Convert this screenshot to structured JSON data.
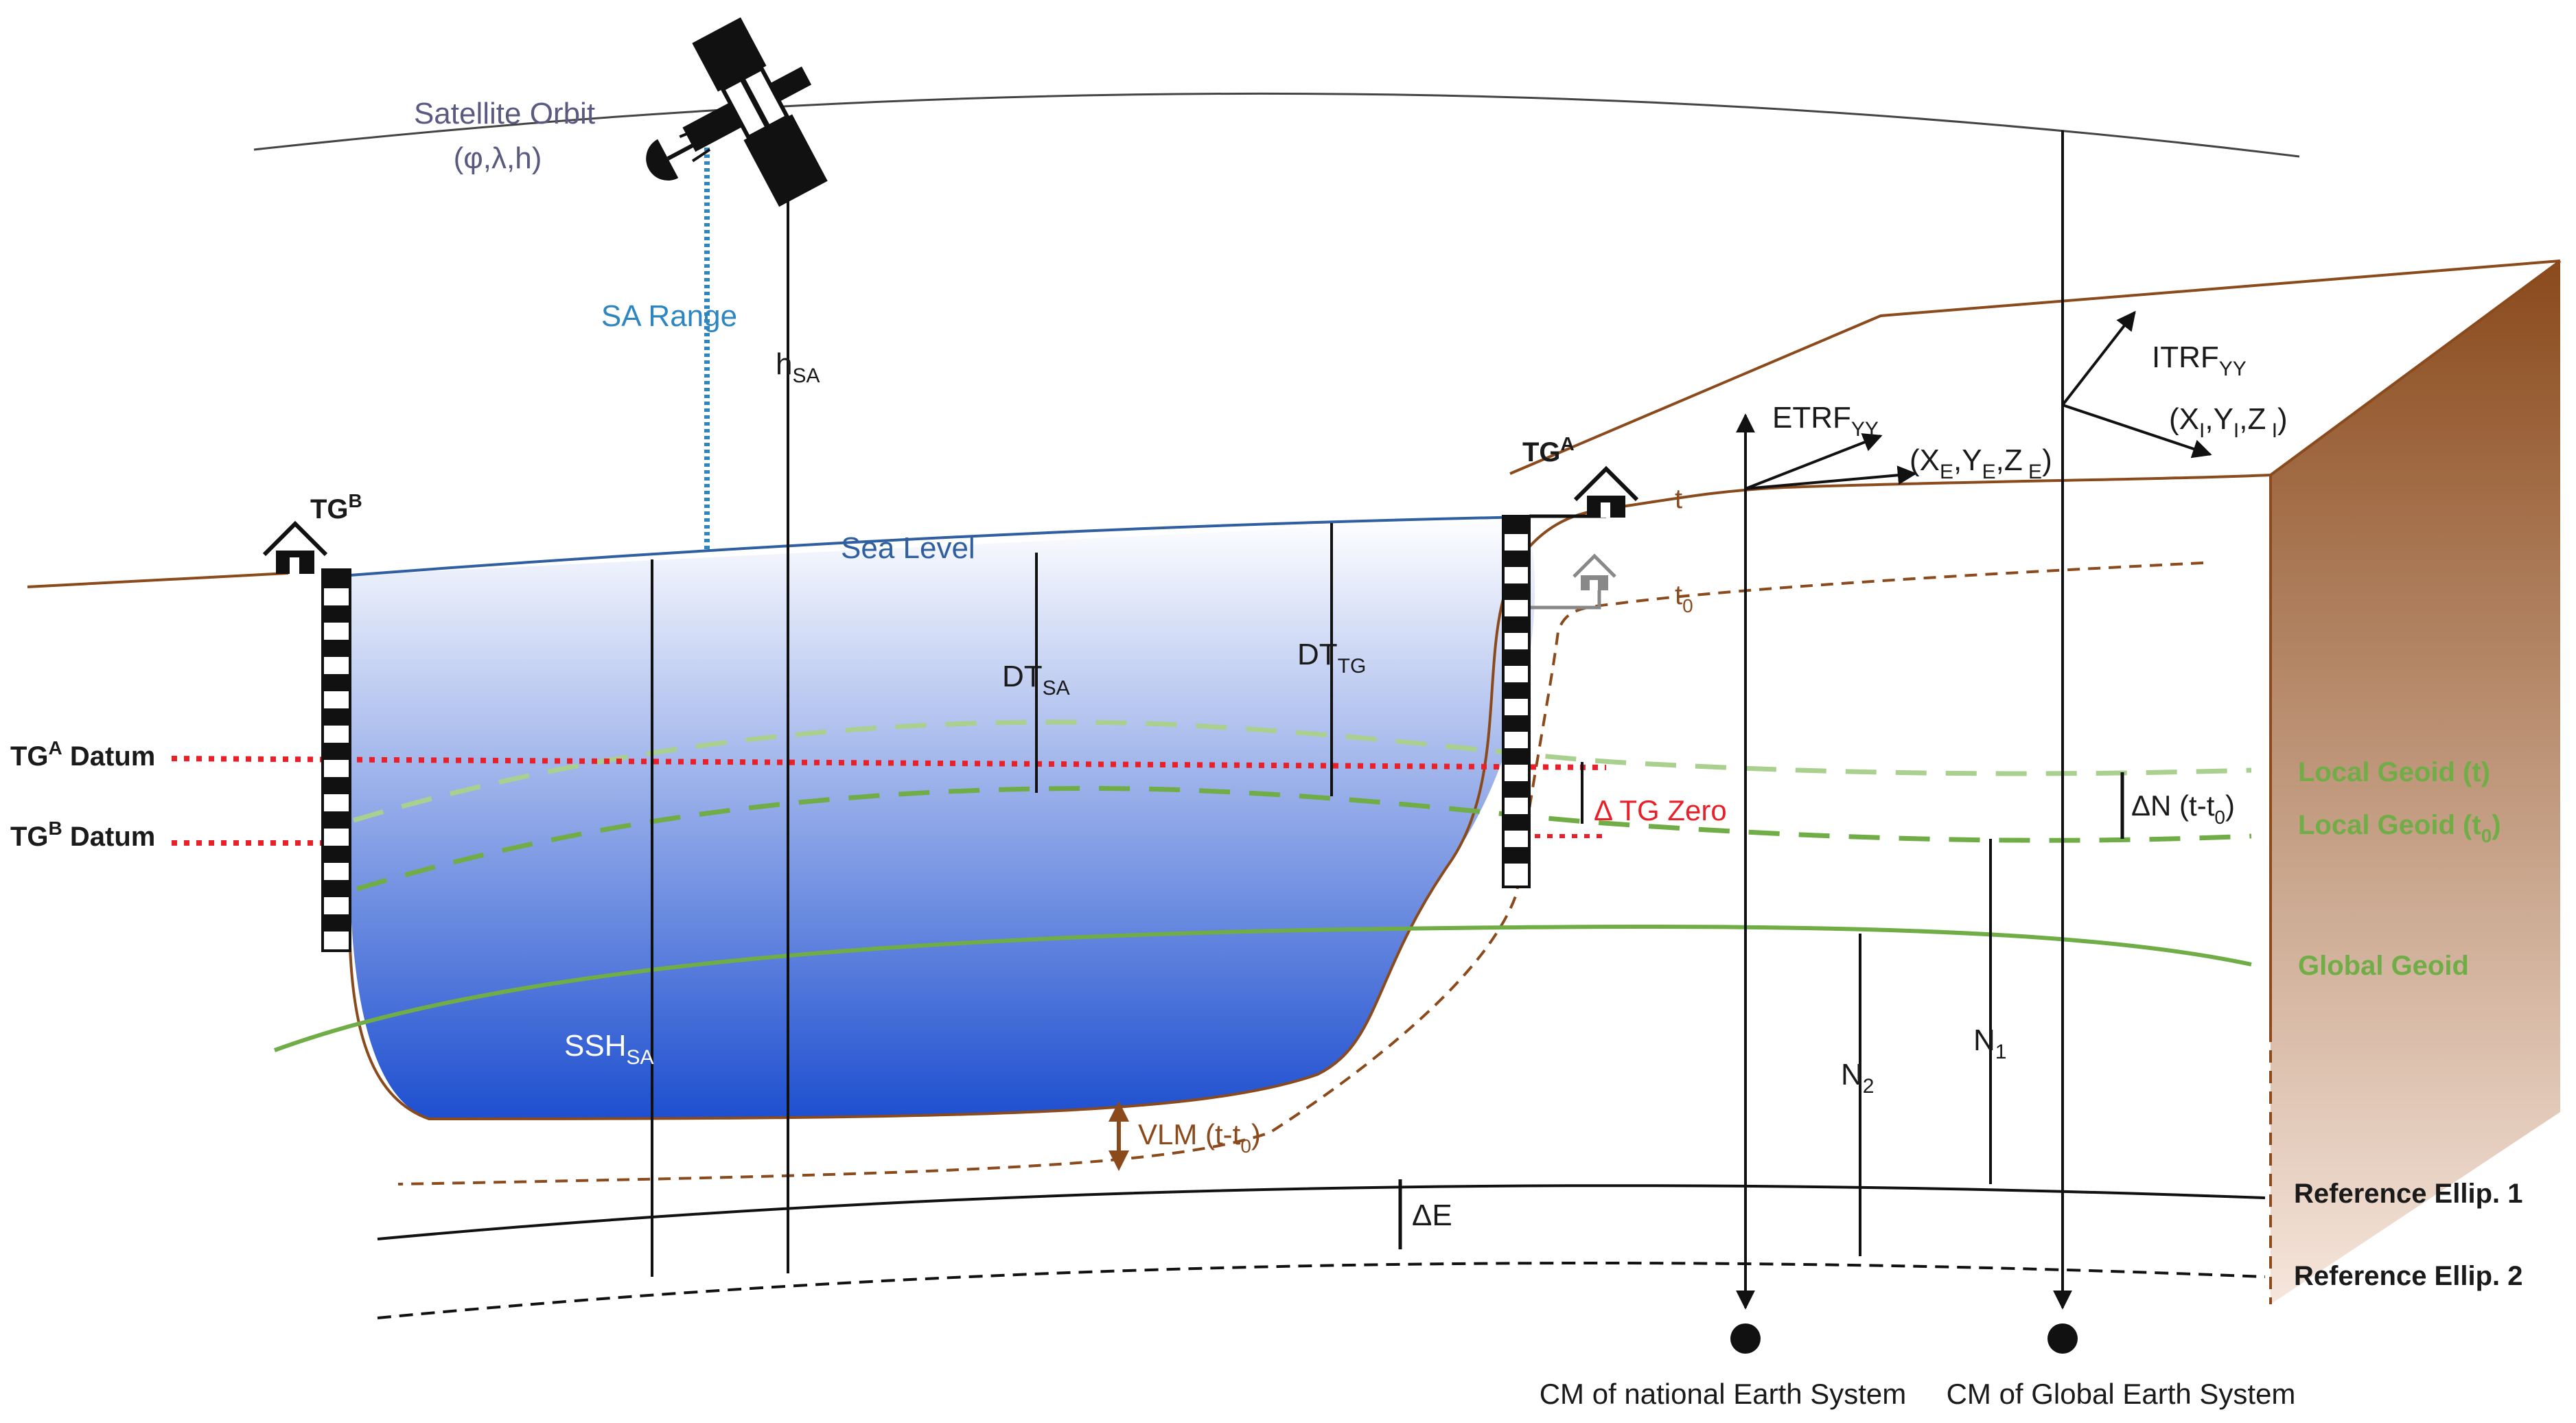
{
  "colors": {
    "sea_top": "#ffffff",
    "sea_bottom": "#1e4fd0",
    "land_stroke": "#8a4a1c",
    "sea_level": "#2f5fa0",
    "satellite_label": "#5a5a80",
    "sa_range": "#2e86c1",
    "datum_red": "#e8202a",
    "geoid_light": "#a9d08e",
    "geoid_mid": "#70ad47",
    "geoid_green": "#70ad47",
    "cliff_top": "#8a4a1c",
    "cliff_bottom": "#f6e6dc"
  },
  "icons": [
    "satellite-icon",
    "house-icon",
    "tide-gauge-staff-icon",
    "arrow-icon",
    "center-of-mass-dot-icon"
  ],
  "labels": {
    "satellite_orbit": "Satellite Orbit",
    "satellite_coords": "(φ,λ,h)",
    "sa_range": "SA Range",
    "h_sa_main": "h",
    "h_sa_sub": "SA",
    "sea_level": "Sea Level",
    "tgb_main": "TG",
    "tgb_sup": "B",
    "tga_main": "TG",
    "tga_sup": "A",
    "dt_sa_main": "DT",
    "dt_sa_sub": "SA",
    "dt_tg_main": "DT",
    "dt_tg_sub": "TG",
    "tga_datum_main": "TG",
    "tga_datum_sup": "A",
    "tga_datum_tail": " Datum",
    "tgb_datum_main": "TG",
    "tgb_datum_sup": "B",
    "tgb_datum_tail": " Datum",
    "delta_tg_zero": "Δ TG Zero",
    "t": "t",
    "t0_main": "t",
    "t0_sub": "0",
    "etrf_main": "ETRF",
    "etrf_sub": "YY",
    "xe_open": "(X",
    "xe_sub": "E",
    "ye_main": ",Y",
    "ye_sub": "E",
    "ze_main": ",Z",
    "ze_sub": " E",
    "xe_close": ")",
    "itrf_main": "ITRF",
    "itrf_sub": "YY",
    "xi_open": "(X",
    "xi_sub": "I",
    "yi_main": ",Y",
    "yi_sub": "I",
    "zi_main": ",Z",
    "zi_sub": " I",
    "xi_close": ")",
    "delta_n_main": "ΔN (t-t",
    "delta_n_sub": "0",
    "delta_n_close": ")",
    "local_geoid_t": "Local Geoid (t)",
    "local_geoid_t0_main": "Local Geoid (t",
    "local_geoid_t0_sub": "0",
    "local_geoid_t0_close": ")",
    "global_geoid": "Global Geoid",
    "ssh_main": "SSH",
    "ssh_sub": "SA",
    "n1_main": "N",
    "n1_sub": "1",
    "n2_main": "N",
    "n2_sub": "2",
    "vlm_main": "VLM (t-t",
    "vlm_sub": "0",
    "vlm_close": ")",
    "delta_e": "ΔE",
    "ref_ellip_1": "Reference Ellip. 1",
    "ref_ellip_2": "Reference Ellip. 2",
    "cm_national": "CM of national Earth System",
    "cm_global": "CM of Global Earth System"
  }
}
